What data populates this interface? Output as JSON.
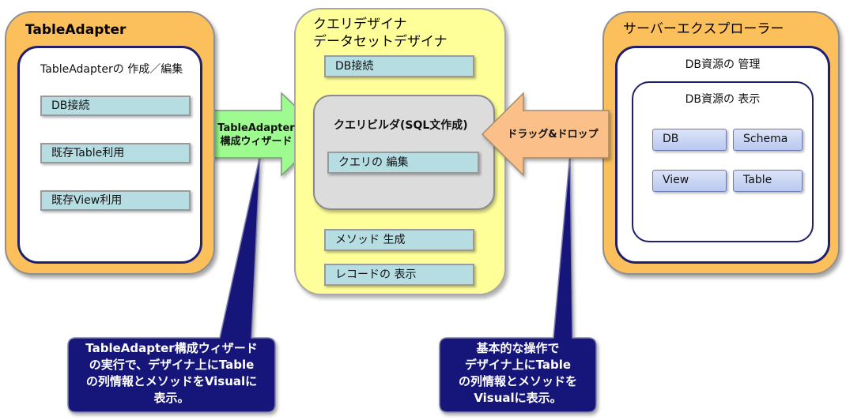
{
  "left_group": {
    "title": "TableAdapter",
    "panel_title": "TableAdapterの 作成／編集",
    "items": [
      "DB接続",
      "既存Table利用",
      "既存View利用"
    ]
  },
  "center_group": {
    "title_line1": "クエリデザイナ",
    "title_line2": "データセットデザイナ",
    "db_item": "DB接続",
    "builder_title": "クエリビルダ(SQL文作成)",
    "builder_item": "クエリの 編集",
    "items_bottom": [
      "メソッド 生成",
      "レコードの 表示"
    ]
  },
  "right_group": {
    "title": "サーバーエクスプローラー",
    "panel_title": "DB資源の 管理",
    "inner_title": "DB資源の 表示",
    "items": [
      "DB",
      "Schema",
      "View",
      "Table"
    ]
  },
  "arrow_left": {
    "line1": "TableAdapter",
    "line2": "構成ウィザード"
  },
  "arrow_right": {
    "label": "ドラッグ&ドロップ"
  },
  "callout_left": {
    "lines": [
      "TableAdapter構成ウィザード",
      "の実行で、デザイナ上にTable",
      "の列情報とメソッドをVisualに",
      "表示。"
    ]
  },
  "callout_right": {
    "lines": [
      "基本的な操作で",
      "デザイナ上にTable",
      "の列情報とメソッドを",
      "Visualに表示。"
    ]
  },
  "colors": {
    "group_orange": "#fbbf5c",
    "group_yellow": "#ffff9a",
    "panel_border": "#1f1f6e",
    "item_teal": "#b6dde2",
    "item_blue": "#c4d0f1",
    "arrow_green": "#9dfb8f",
    "arrow_peach": "#fbc089",
    "callout_navy": "#15157a"
  }
}
